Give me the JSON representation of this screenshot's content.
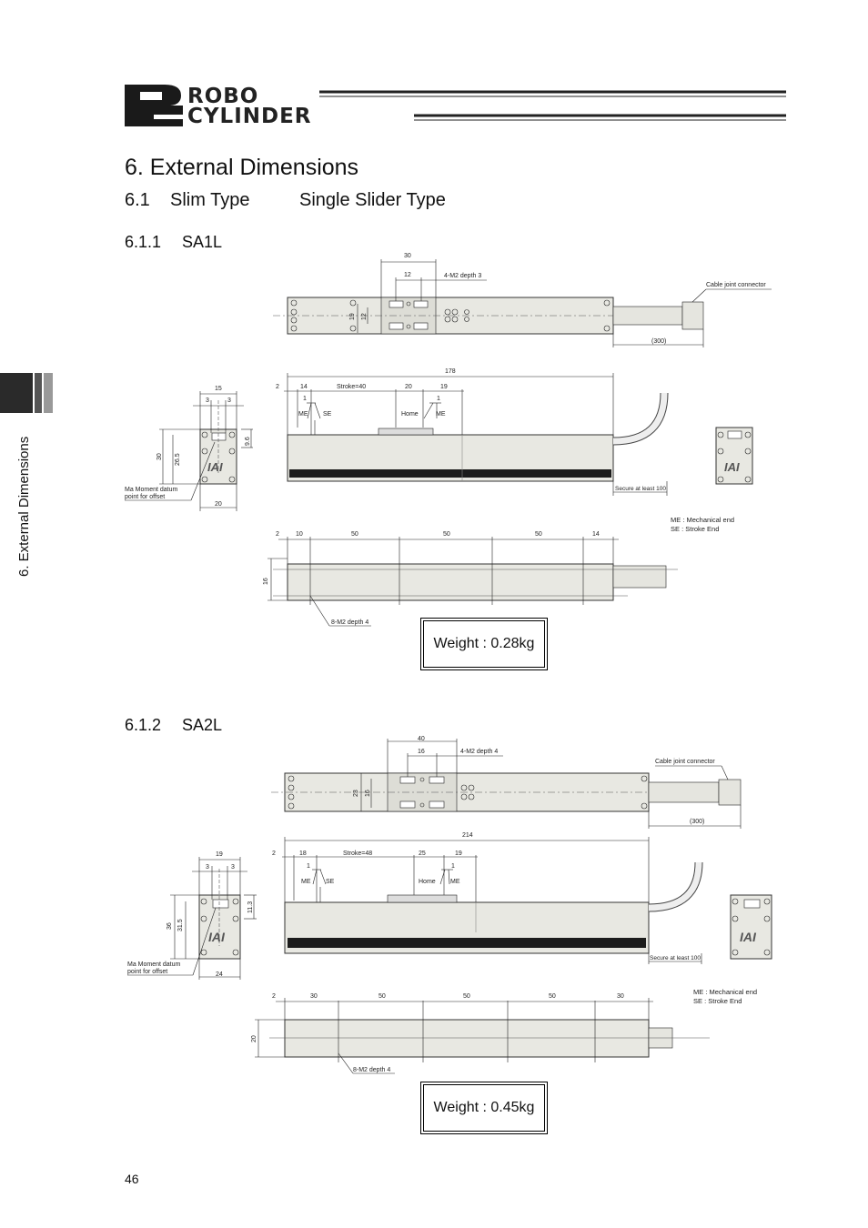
{
  "header": {
    "logo_line1": "ROBO",
    "logo_line2": "CYLINDER"
  },
  "side_tab": {
    "label": "6. External Dimensions"
  },
  "page": {
    "title": "6.  External Dimensions",
    "section": {
      "number": "6.1",
      "name": "Slim Type",
      "subname": "Single Slider Type"
    },
    "page_number": "46"
  },
  "sa1l": {
    "heading_number": "6.1.1",
    "heading_name": "SA1L",
    "top": {
      "w30": "30",
      "w12": "12",
      "tap": "4-M2 depth 3",
      "v19": "19",
      "v12": "12",
      "connector": "Cable joint connector",
      "cable": "(300)"
    },
    "side": {
      "total": "178",
      "d2": "2",
      "d14": "14",
      "stroke": "Stroke=40",
      "d20": "20",
      "d19": "19",
      "one_a": "1",
      "one_b": "1",
      "me": "ME",
      "se": "SE",
      "home": "Home",
      "me2": "ME",
      "secure": "Secure at least 100"
    },
    "end": {
      "w15": "15",
      "w3a": "3",
      "w3b": "3",
      "h30": "30",
      "h265": "26.5",
      "h96": "9.6",
      "w20": "20",
      "datum_line1": "Ma Moment datum",
      "datum_line2": "point for offset",
      "brand": "IAI"
    },
    "legend": {
      "me": "ME   : Mechanical end",
      "se": "SE    : Stroke End"
    },
    "bottom": {
      "d2": "2",
      "d10": "10",
      "d50a": "50",
      "d50b": "50",
      "d50c": "50",
      "d14": "14",
      "h16": "16",
      "tap": "8-M2 depth 4"
    },
    "weight": "Weight : 0.28kg"
  },
  "sa2l": {
    "heading_number": "6.1.2",
    "heading_name": "SA2L",
    "top": {
      "w40": "40",
      "w16": "16",
      "tap": "4-M2 depth 4",
      "v23": "23",
      "v16": "16",
      "connector": "Cable joint connector",
      "cable": "(300)"
    },
    "side": {
      "total": "214",
      "d2": "2",
      "d18": "18",
      "stroke": "Stroke=48",
      "d25": "25",
      "d19": "19",
      "one_a": "1",
      "one_b": "1",
      "me": "ME",
      "se": "SE",
      "home": "Home",
      "me2": "ME",
      "secure": "Secure at least 100"
    },
    "end": {
      "w19": "19",
      "w3a": "3",
      "w3b": "3",
      "h36": "36",
      "h315": "31.5",
      "h113": "11.3",
      "w24": "24",
      "datum_line1": "Ma Moment datum",
      "datum_line2": "point for offset",
      "brand": "IAI"
    },
    "legend": {
      "me": "ME   : Mechanical end",
      "se": "SE    : Stroke End"
    },
    "bottom": {
      "d2": "2",
      "d30a": "30",
      "d50a": "50",
      "d50b": "50",
      "d50c": "50",
      "d30b": "30",
      "h20": "20",
      "tap": "8-M2 depth 4"
    },
    "weight": "Weight : 0.45kg"
  }
}
